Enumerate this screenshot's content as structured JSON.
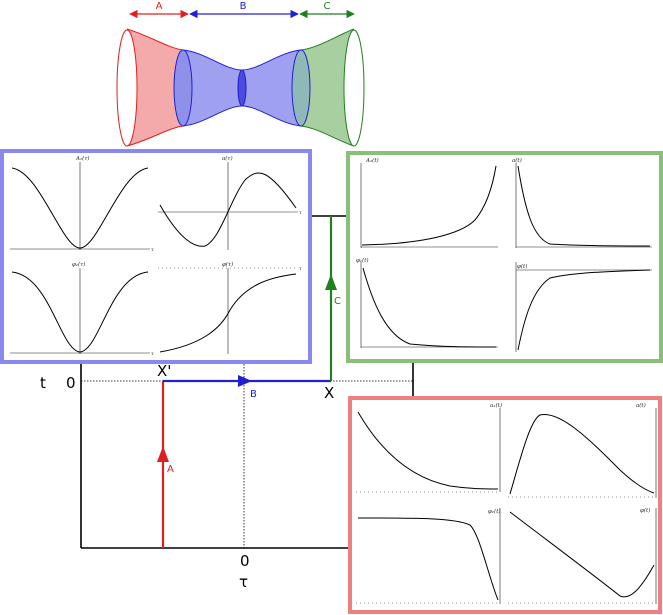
{
  "colors": {
    "a": "#e02020",
    "b": "#2020d0",
    "c": "#208020",
    "blue_frame": "#8888ee",
    "green_frame": "#88c078",
    "red_frame": "#ee8080"
  },
  "regions": {
    "a": "A",
    "b": "B",
    "c": "C"
  },
  "axes": {
    "t": "t",
    "zero_left": "0",
    "zero_bottom": "0",
    "tau": "τ"
  },
  "points": {
    "x_prime": "X'",
    "x": "X"
  },
  "path_labels": {
    "a": "A",
    "b": "B",
    "c": "C"
  },
  "panels": {
    "blue": {
      "titles": [
        "A₁(τ)",
        "a(τ)",
        "φ₁(τ)",
        "φ(τ)"
      ],
      "axis_var": "τ"
    },
    "green": {
      "titles": [
        "A₁(t)",
        "a(t)",
        "φ₁(t)",
        "φ(t)"
      ]
    },
    "red": {
      "titles": [
        "a₁(t)",
        "a(t)",
        "φ₁(t)",
        "φ(t)"
      ]
    }
  }
}
